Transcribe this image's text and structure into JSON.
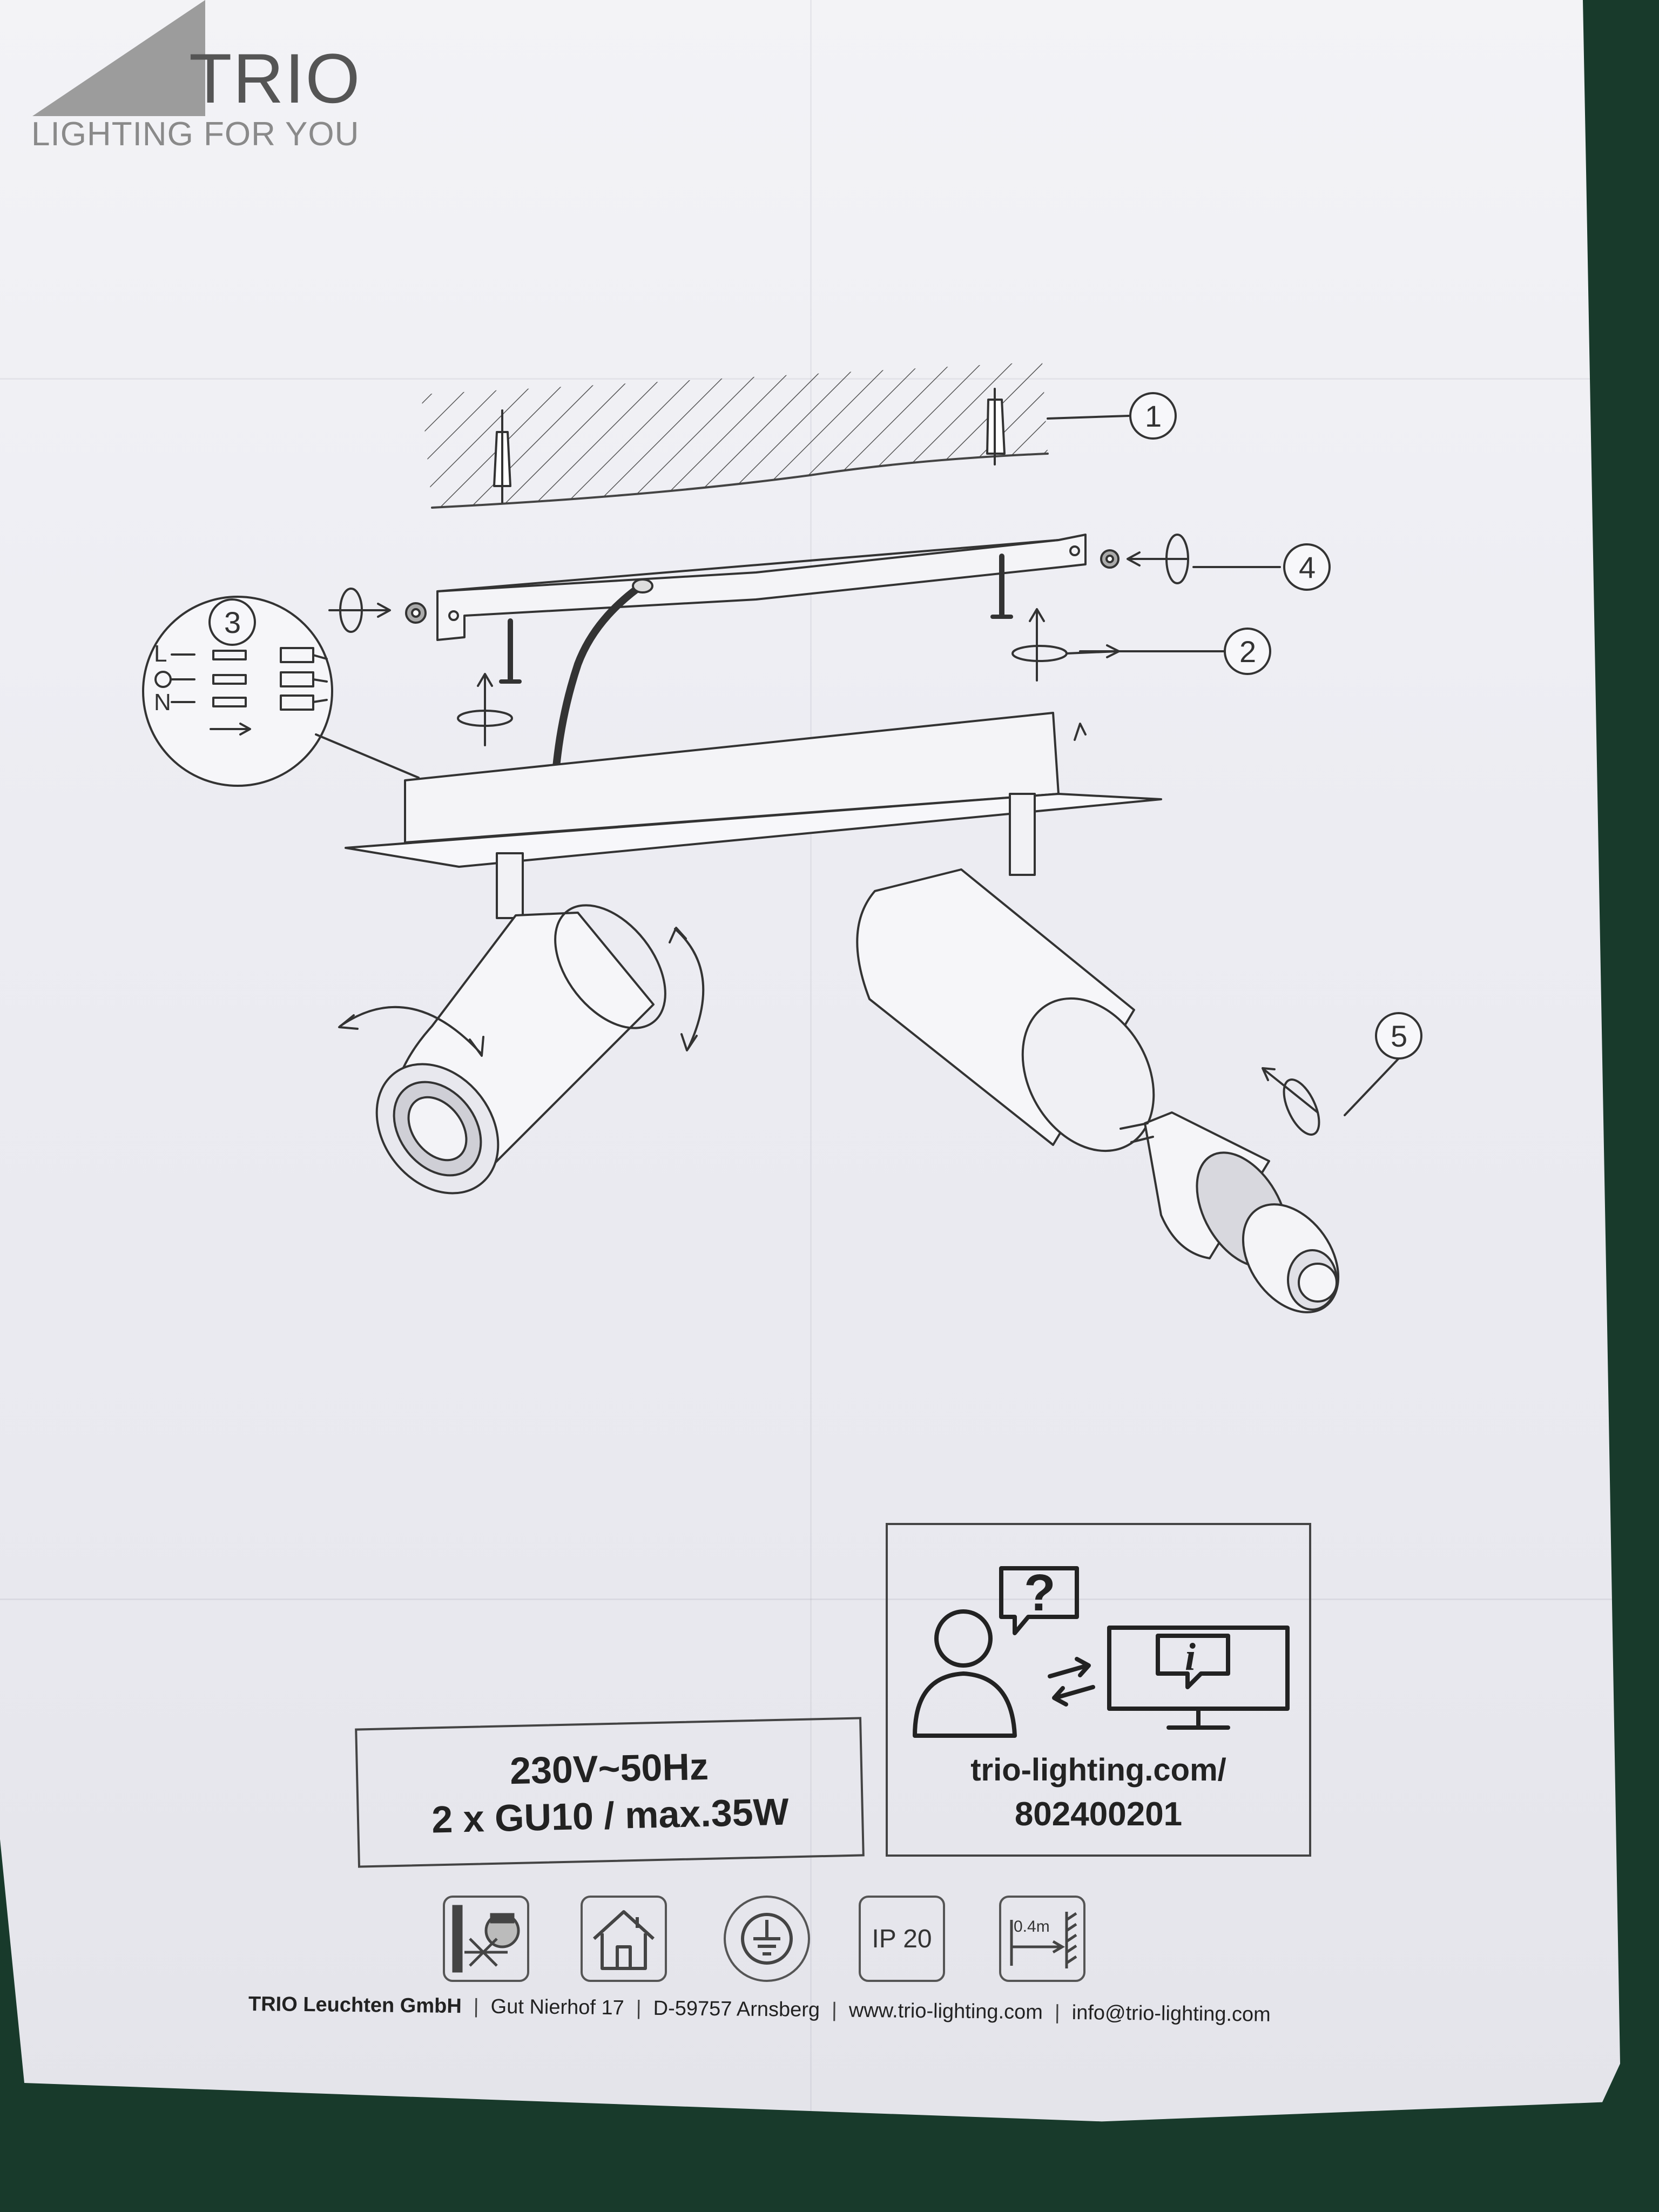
{
  "brand": {
    "name": "TRIO",
    "tagline": "LIGHTING FOR YOU"
  },
  "diagram": {
    "callouts": [
      "1",
      "2",
      "3",
      "4",
      "5"
    ],
    "wiring_labels": [
      "L",
      "N"
    ]
  },
  "specs": {
    "line1": "230V~50Hz",
    "line2": "2 x GU10 / max.35W"
  },
  "info": {
    "url": "trio-lighting.com/",
    "code": "802400201",
    "icons": [
      "user-question-icon",
      "exchange-arrows-icon",
      "monitor-info-icon"
    ]
  },
  "symbols": {
    "icons": [
      "no-insulation-cover-icon",
      "indoor-use-icon",
      "protective-earth-icon",
      "ip-rating-icon",
      "min-distance-icon"
    ],
    "ip_rating": "IP 20",
    "min_distance": "0.4m"
  },
  "footer": {
    "company": "TRIO Leuchten GmbH",
    "street": "Gut Nierhof 17",
    "city": "D-59757 Arnsberg",
    "website": "www.trio-lighting.com",
    "email": "info@trio-lighting.com"
  },
  "colors": {
    "paper": "#ececf2",
    "ink": "#333333",
    "logo_gray": "#8a8a8a",
    "background": "#183a2b"
  }
}
